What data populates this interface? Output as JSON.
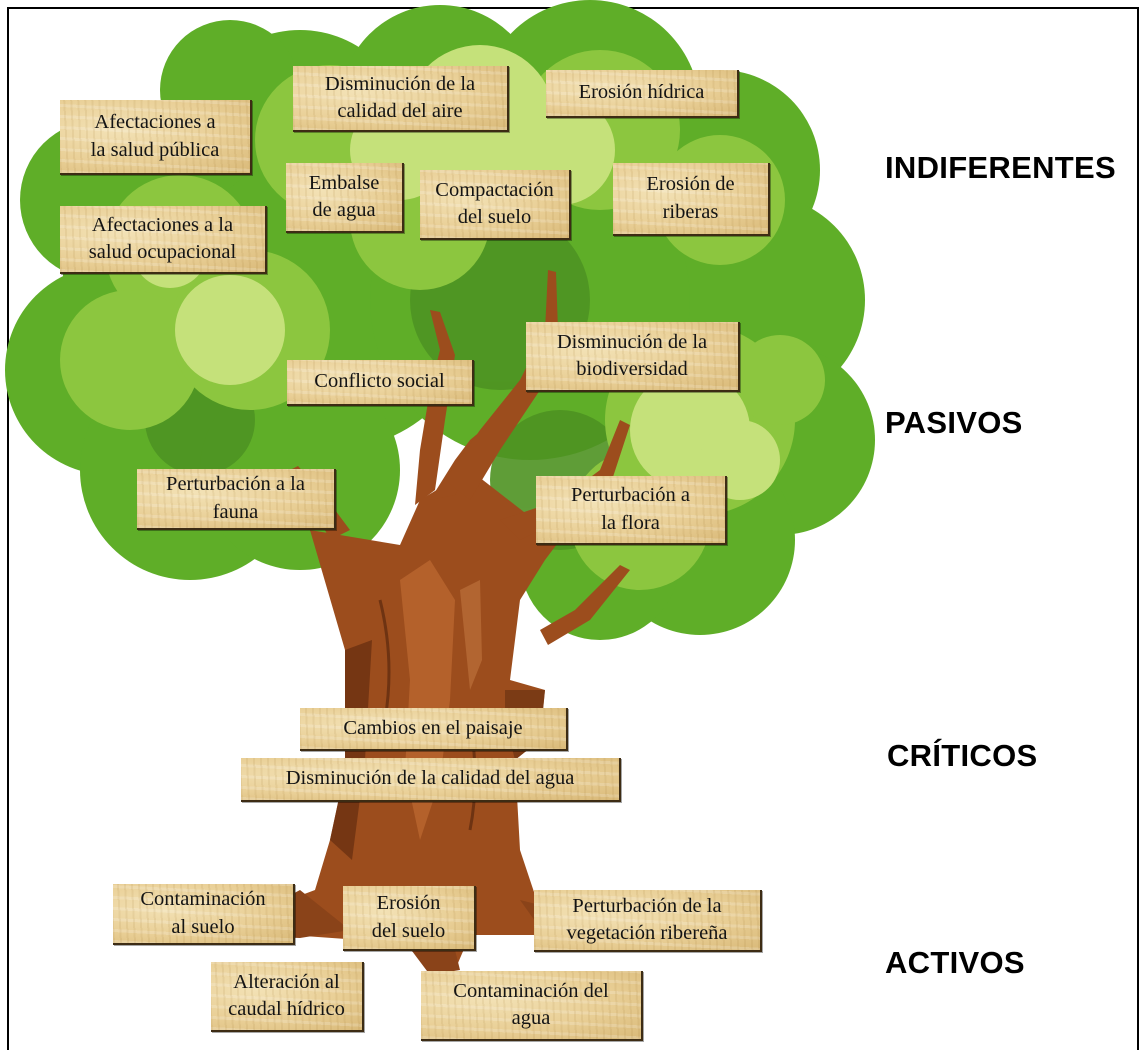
{
  "categories": {
    "indiferentes": "INDIFERENTES",
    "pasivos": "PASIVOS",
    "criticos": "CRÍTICOS",
    "activos": "ACTIVOS"
  },
  "labels": {
    "disminucion_calidad_aire": "Disminución de la\ncalidad del aire",
    "erosion_hidrica": "Erosión hídrica",
    "afectaciones_salud_publica": "Afectaciones a\nla salud pública",
    "embalse_agua": "Embalse\nde agua",
    "compactacion_suelo": "Compactación\ndel suelo",
    "erosion_riberas": "Erosión de\nriberas",
    "afectaciones_salud_ocupacional": "Afectaciones a la\nsalud ocupacional",
    "disminucion_biodiversidad": "Disminución de la\nbiodiversidad",
    "conflicto_social": "Conflicto social",
    "perturbacion_fauna": "Perturbación a la\nfauna",
    "perturbacion_flora": "Perturbación a\nla flora",
    "cambios_paisaje": "Cambios en el paisaje",
    "disminucion_calidad_agua": "Disminución de la calidad del agua",
    "contaminacion_suelo": "Contaminación\nal suelo",
    "erosion_suelo": "Erosión\ndel suelo",
    "perturbacion_vegetacion": "Perturbación de la\nvegetación ribereña",
    "alteracion_caudal": "Alteración al\ncaudal hídrico",
    "contaminacion_agua": "Contaminación del\nagua"
  },
  "colors": {
    "foliage_dark": "#5fae28",
    "foliage_mid": "#8cc63f",
    "foliage_light": "#c5e17a",
    "trunk": "#9c4d1d",
    "trunk_dark": "#6e3312",
    "trunk_light": "#b8652e"
  }
}
